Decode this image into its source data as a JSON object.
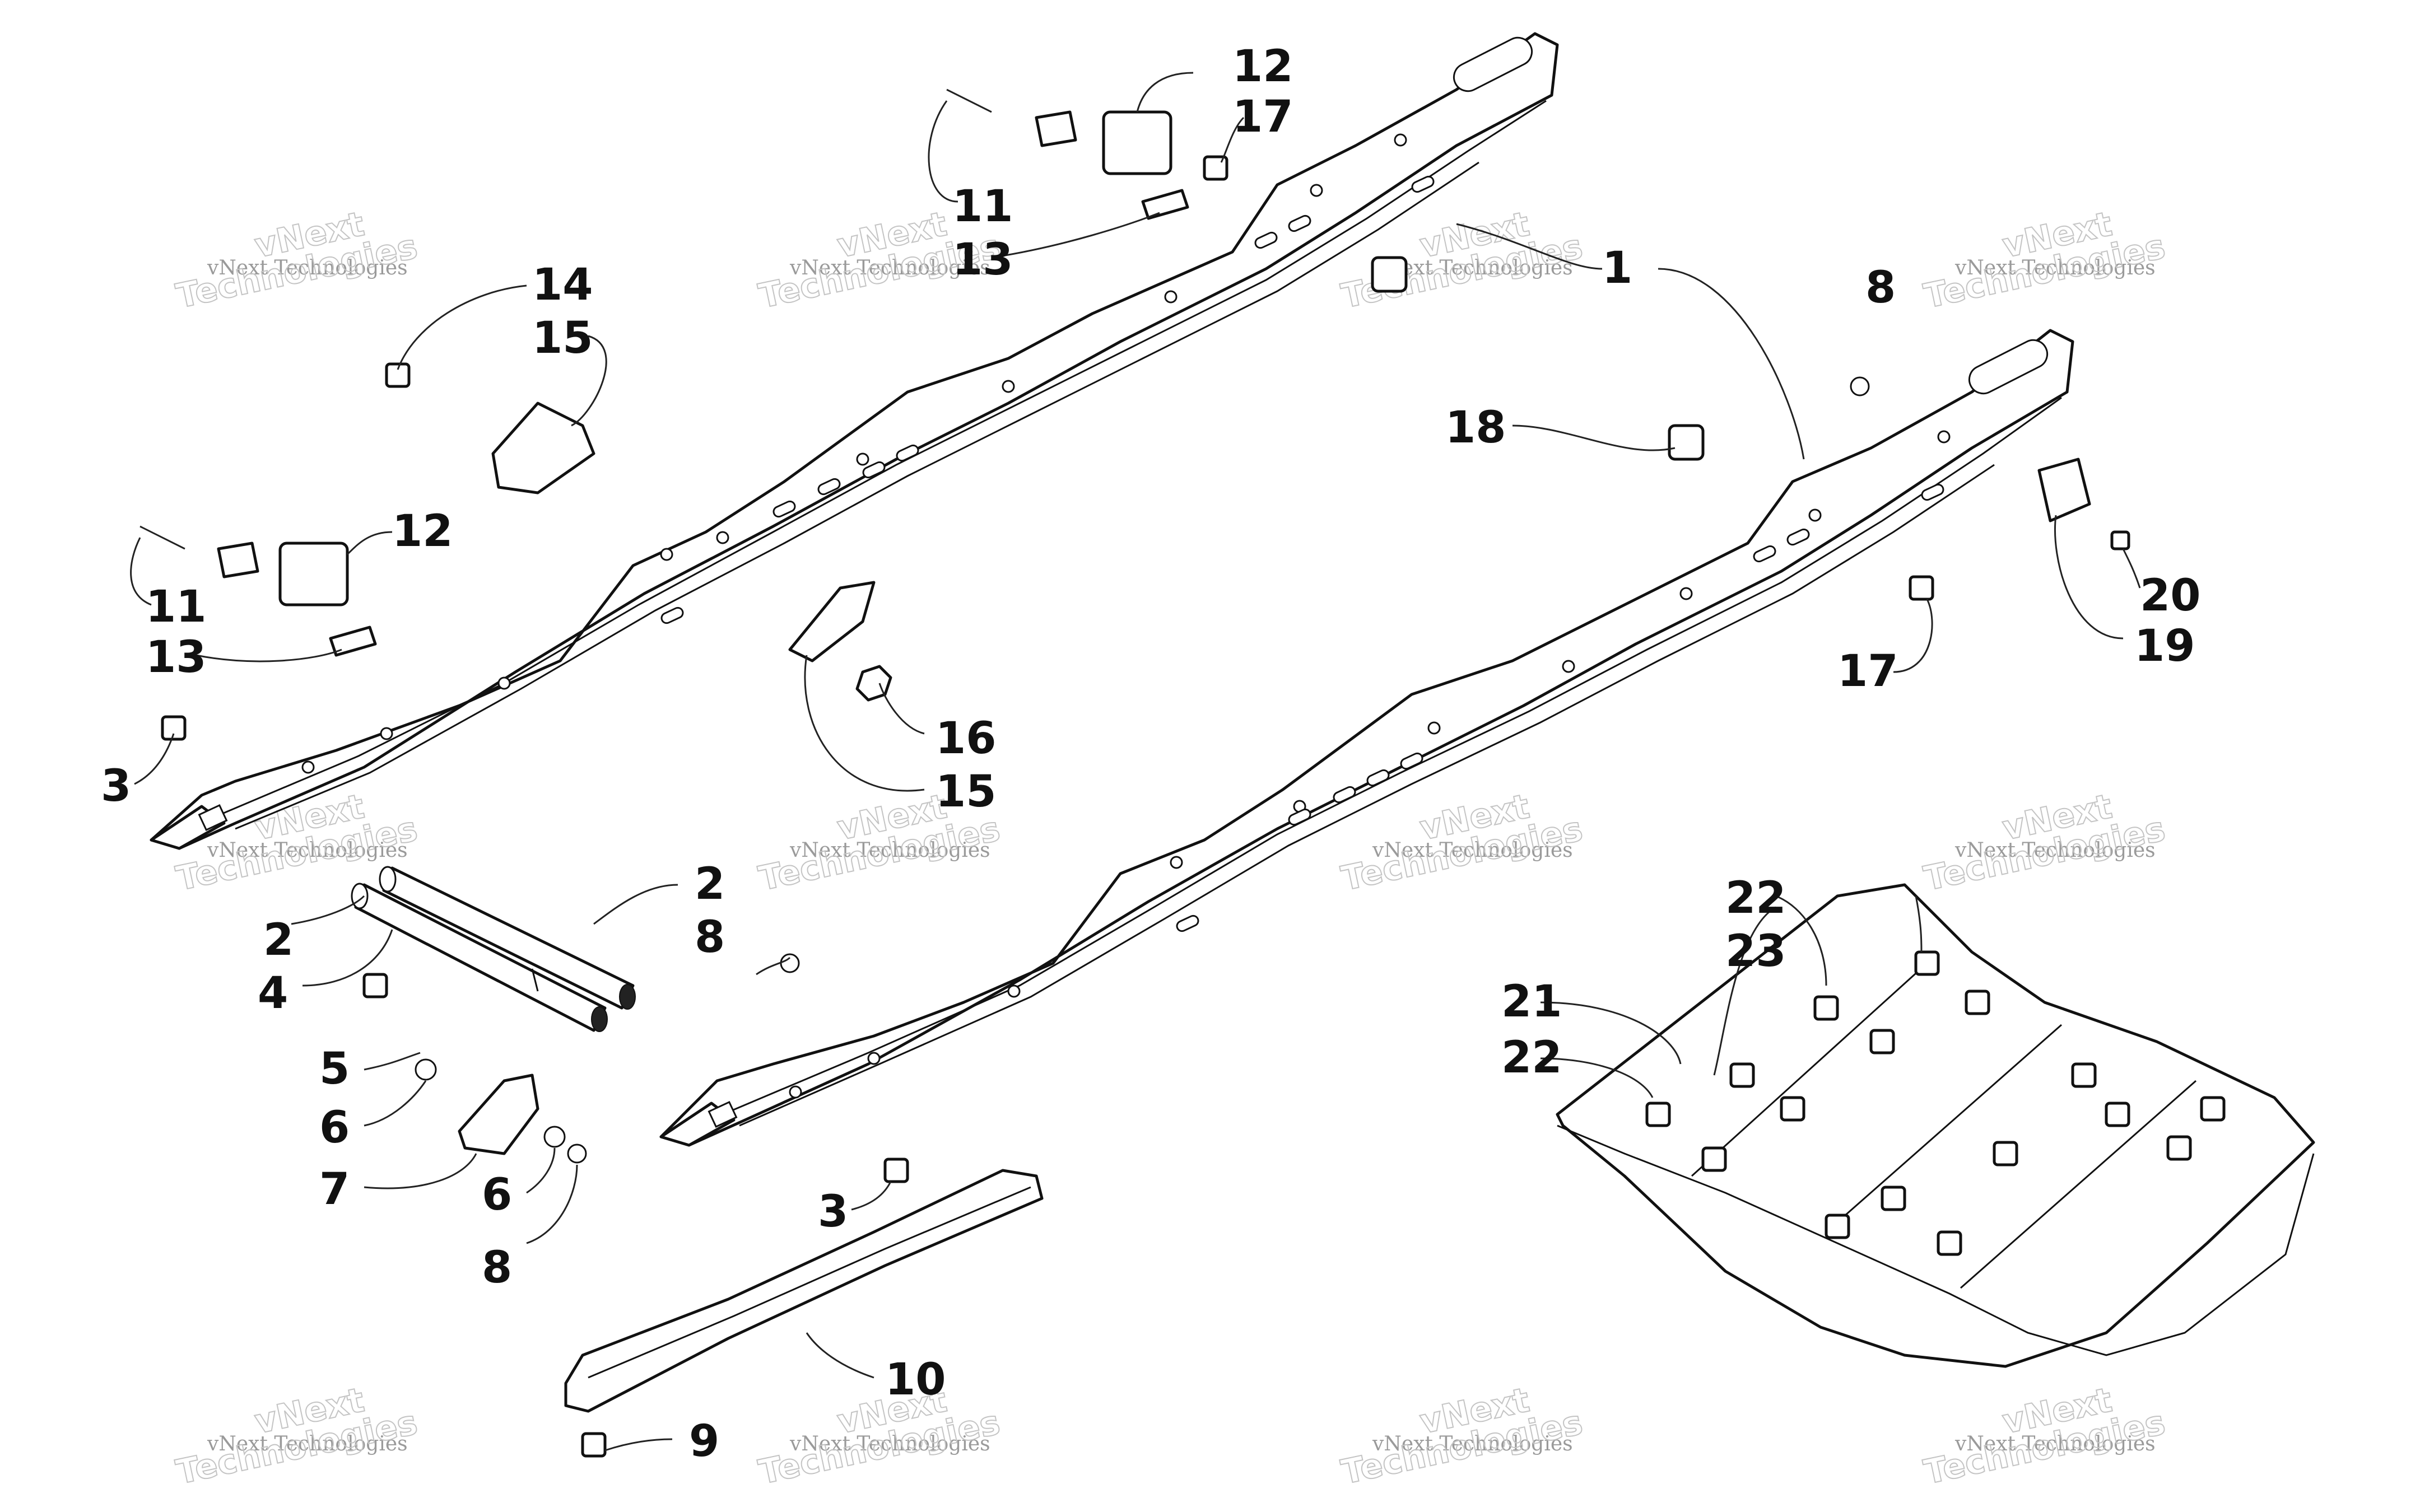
{
  "diagram": {
    "watermark": {
      "line1": "vNext Technologies",
      "line2": "vNext",
      "line3": "Technologies"
    },
    "callouts": [
      {
        "id": "c1",
        "label": "1"
      },
      {
        "id": "c2a",
        "label": "2"
      },
      {
        "id": "c2b",
        "label": "2"
      },
      {
        "id": "c3a",
        "label": "3"
      },
      {
        "id": "c3b",
        "label": "3"
      },
      {
        "id": "c4",
        "label": "4"
      },
      {
        "id": "c5",
        "label": "5"
      },
      {
        "id": "c6a",
        "label": "6"
      },
      {
        "id": "c6b",
        "label": "6"
      },
      {
        "id": "c7",
        "label": "7"
      },
      {
        "id": "c8a",
        "label": "8"
      },
      {
        "id": "c8b",
        "label": "8"
      },
      {
        "id": "c8c",
        "label": "8"
      },
      {
        "id": "c9",
        "label": "9"
      },
      {
        "id": "c10",
        "label": "10"
      },
      {
        "id": "c11a",
        "label": "11"
      },
      {
        "id": "c11b",
        "label": "11"
      },
      {
        "id": "c12a",
        "label": "12"
      },
      {
        "id": "c12b",
        "label": "12"
      },
      {
        "id": "c13a",
        "label": "13"
      },
      {
        "id": "c13b",
        "label": "13"
      },
      {
        "id": "c14",
        "label": "14"
      },
      {
        "id": "c15a",
        "label": "15"
      },
      {
        "id": "c15b",
        "label": "15"
      },
      {
        "id": "c16",
        "label": "16"
      },
      {
        "id": "c17a",
        "label": "17"
      },
      {
        "id": "c17b",
        "label": "17"
      },
      {
        "id": "c18",
        "label": "18"
      },
      {
        "id": "c19",
        "label": "19"
      },
      {
        "id": "c20",
        "label": "20"
      },
      {
        "id": "c21",
        "label": "21"
      },
      {
        "id": "c22a",
        "label": "22"
      },
      {
        "id": "c22b",
        "label": "22"
      },
      {
        "id": "c23",
        "label": "23"
      }
    ]
  }
}
